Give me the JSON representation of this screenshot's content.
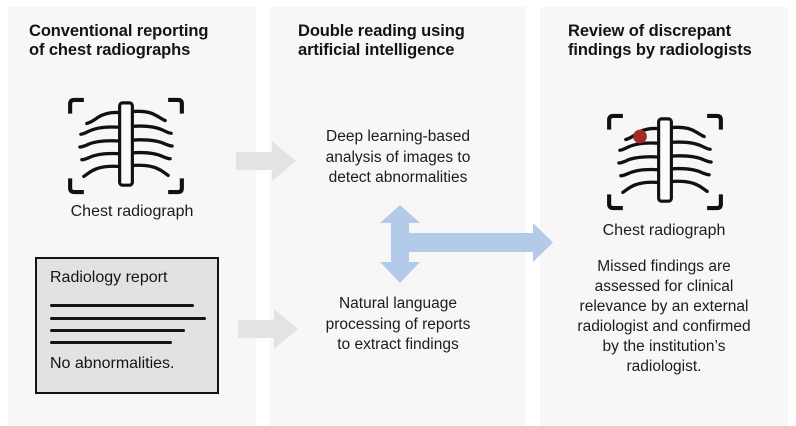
{
  "figure": {
    "columns": [
      {
        "title": "Conventional reporting\nof chest radiographs",
        "chest_icon": "chest-radiograph-icon",
        "chest_icon_label": "Chest radiograph",
        "report_card": {
          "heading": "Radiology report",
          "conclusion": "No abnormalities."
        }
      },
      {
        "title": "Double reading using\nartificial intelligence",
        "image_analysis_text": "Deep learning-based\nanalysis of images to\ndetect abnormalities",
        "nlp_text": "Natural language\nprocessing of reports\nto extract findings"
      },
      {
        "title": "Review of discrepant\nfindings by radiologists",
        "chest_icon": "chest-radiograph-with-finding-icon",
        "chest_icon_label": "Chest radiograph",
        "review_text": "Missed findings are\nassessed for clinical\nrelevance by an external\nradiologist and confirmed\nby the institution’s\nradiologist."
      }
    ],
    "arrows": {
      "radiograph_to_ai": "right-arrow",
      "report_to_nlp": "right-arrow",
      "ai_double_reading": "vertical-double-arrow-with-right-branch"
    },
    "colors": {
      "page_bg": "#ffffff",
      "panel_bg": "#f7f7f8",
      "text": "#1a1a1a",
      "gray_arrow": "#e3e3e3",
      "blue_arrow": "#b3cae8",
      "report_card_bg": "#e2e2e2",
      "outline": "#111111",
      "finding_dot": "#a52b22"
    }
  }
}
